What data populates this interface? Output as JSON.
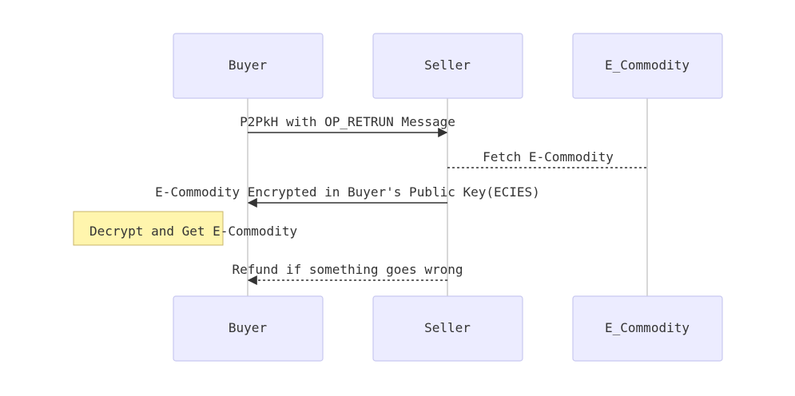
{
  "actors": [
    {
      "id": "buyer",
      "label": "Buyer"
    },
    {
      "id": "seller",
      "label": "Seller"
    },
    {
      "id": "ecommodity",
      "label": "E_Commodity"
    }
  ],
  "messages": [
    {
      "from": "buyer",
      "to": "seller",
      "label": "P2PkH with OP_RETRUN Message",
      "style": "solid"
    },
    {
      "from": "ecommodity",
      "to": "seller",
      "label": "Fetch E-Commodity",
      "style": "dashed-no-arrow"
    },
    {
      "from": "seller",
      "to": "buyer",
      "label": "E-Commodity Encrypted in Buyer's Public Key(ECIES)",
      "style": "solid"
    },
    {
      "from": "buyer",
      "to": "buyer",
      "label": "Decrypt and Get E-Commodity",
      "style": "note"
    },
    {
      "from": "seller",
      "to": "buyer",
      "label": "Refund if something goes wrong",
      "style": "dashed"
    }
  ],
  "colors": {
    "actor_fill": "#ececff",
    "actor_border": "#c8c8f0",
    "note_fill": "#fff5ad",
    "note_border": "#c9b56a",
    "line": "#333333"
  }
}
